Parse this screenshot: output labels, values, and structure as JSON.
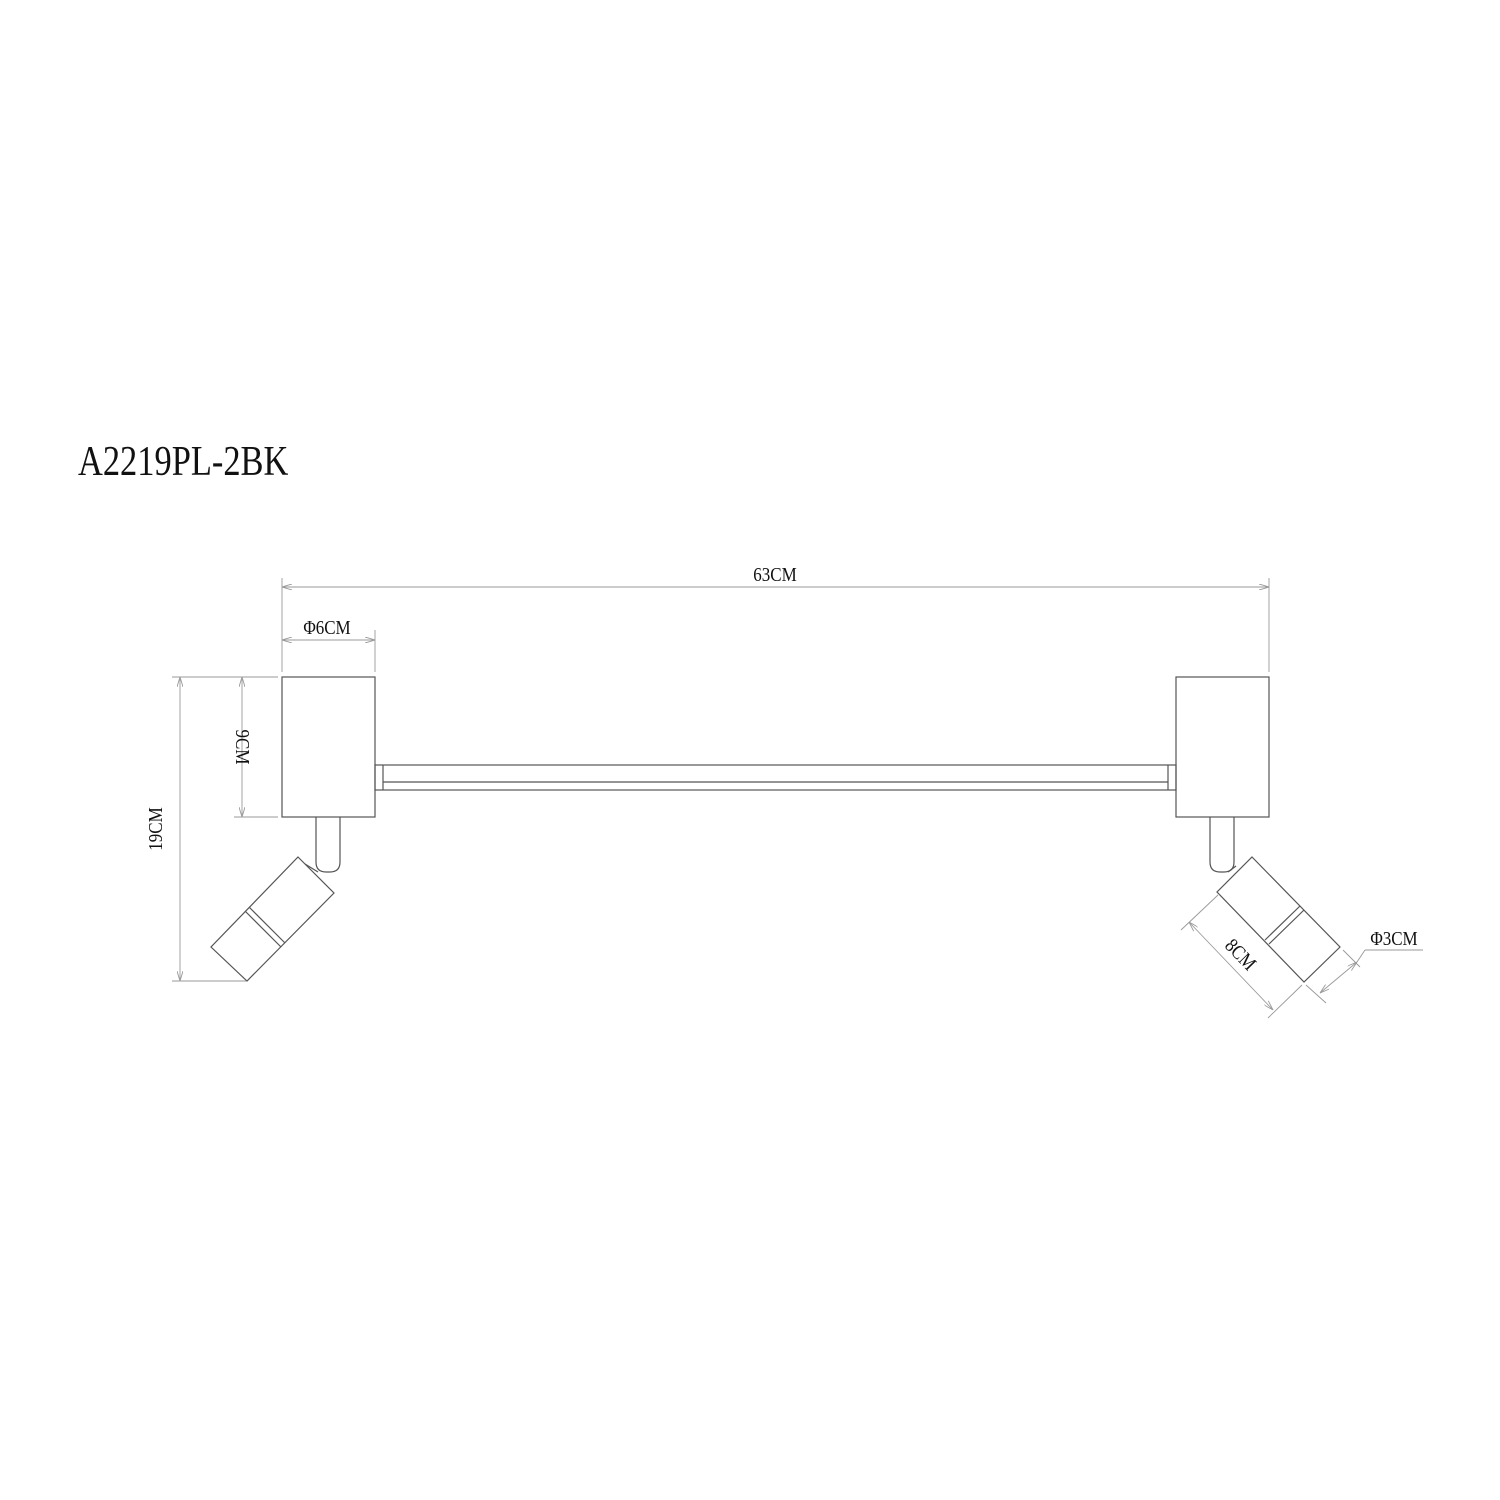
{
  "title": "A2219PL-2BK",
  "dimensions": {
    "overall_width": "63CM",
    "canopy_diameter": "Φ6CM",
    "canopy_height": "9CM",
    "overall_height": "19CM",
    "shade_length": "8CM",
    "shade_diameter": "Φ3CM"
  },
  "colors": {
    "line": "#555555",
    "dimension": "#999999",
    "text": "#111111"
  }
}
